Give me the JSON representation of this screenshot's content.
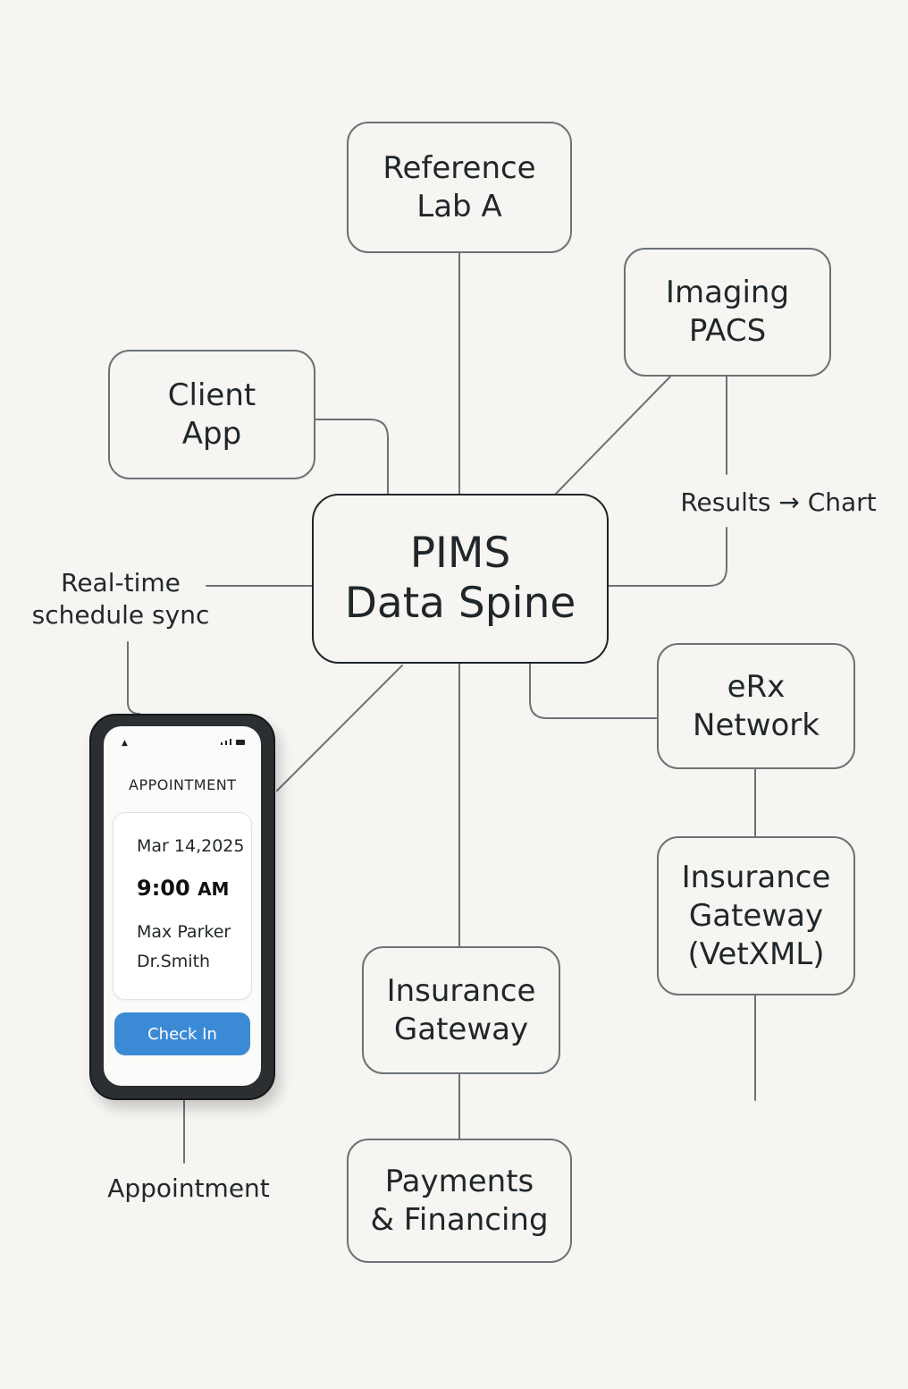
{
  "diagram": {
    "hub": {
      "line1": "PIMS",
      "line2": "Data Spine"
    },
    "nodes": {
      "reference_lab": {
        "line1": "Reference",
        "line2": "Lab A"
      },
      "imaging": {
        "line1": "Imaging",
        "line2": "PACS"
      },
      "client_app": {
        "line1": "Client",
        "line2": "App"
      },
      "erx": {
        "line1": "eRx",
        "line2": "Network"
      },
      "insurance_vetxml": {
        "line1": "Insurance",
        "line2": "Gateway",
        "line3": "(VetXML)"
      },
      "insurance_gateway": {
        "line1": "Insurance",
        "line2": "Gateway"
      },
      "payments": {
        "line1": "Payments",
        "line2": "& Financing"
      }
    },
    "labels": {
      "results_chart": "Results → Chart",
      "realtime_line1": "Real-time",
      "realtime_line2": "schedule sync",
      "appointment": "Appointment"
    }
  },
  "phone": {
    "header": "APPOINTMENT",
    "date": "Mar 14,2025",
    "time": "9:00",
    "ampm": "AM",
    "patient": "Max Parker",
    "doctor": "Dr.Smith",
    "checkin_label": "Check In",
    "accent_color": "#3b8ad6"
  }
}
